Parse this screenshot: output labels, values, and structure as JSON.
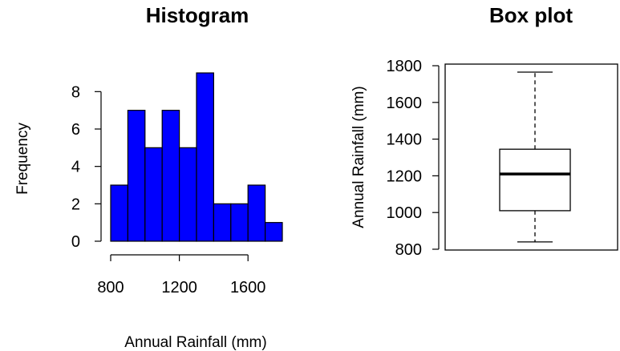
{
  "chart_data": [
    {
      "type": "bar",
      "title": "Histogram",
      "xlabel": "Annual Rainfall (mm)",
      "ylabel": "Frequency",
      "bins": [
        {
          "from": 800,
          "to": 900,
          "count": 3
        },
        {
          "from": 900,
          "to": 1000,
          "count": 7
        },
        {
          "from": 1000,
          "to": 1100,
          "count": 5
        },
        {
          "from": 1100,
          "to": 1200,
          "count": 7
        },
        {
          "from": 1200,
          "to": 1300,
          "count": 5
        },
        {
          "from": 1300,
          "to": 1400,
          "count": 9
        },
        {
          "from": 1400,
          "to": 1500,
          "count": 2
        },
        {
          "from": 1500,
          "to": 1600,
          "count": 2
        },
        {
          "from": 1600,
          "to": 1700,
          "count": 3
        },
        {
          "from": 1700,
          "to": 1800,
          "count": 1
        }
      ],
      "xticks": [
        800,
        1200,
        1600
      ],
      "yticks": [
        0,
        2,
        4,
        6,
        8
      ],
      "xlim": [
        800,
        1800
      ],
      "ylim": [
        0,
        9
      ],
      "bar_color": "#0000ff",
      "grid": false
    },
    {
      "type": "box",
      "title": "Box plot",
      "ylabel": "Annual Rainfall (mm)",
      "whisker_low": 840,
      "q1": 1010,
      "median": 1210,
      "q3": 1345,
      "whisker_high": 1765,
      "yticks": [
        800,
        1000,
        1200,
        1400,
        1600,
        1800
      ],
      "ylim": [
        800,
        1800
      ],
      "grid": false
    }
  ]
}
